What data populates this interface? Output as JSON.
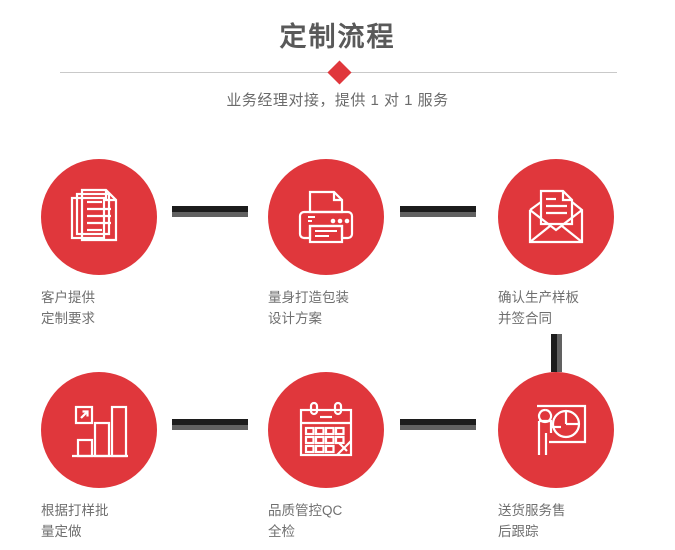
{
  "header": {
    "title": "定制流程",
    "subtitle": "业务经理对接，提供 1 对 1 服务",
    "accent_color": "#e0373c",
    "title_color": "#595959",
    "divider_color": "#c9c9c9",
    "diamond_icon": "diamond-marker"
  },
  "flow": {
    "circle_color": "#e0373c",
    "connector_color": "#1c1c1c",
    "connector_shadow_color": "#616161",
    "label_color": "#6f6f6f",
    "steps": [
      {
        "index": 1,
        "icon": "documents-stack-icon",
        "label": "客户提供\n定制要求",
        "line1": "客户提供",
        "line2": "定制要求"
      },
      {
        "index": 2,
        "icon": "printer-icon",
        "label": "量身打造包装\n设计方案",
        "line1": "量身打造包装",
        "line2": "设计方案"
      },
      {
        "index": 3,
        "icon": "envelope-open-document-icon",
        "label": "确认生产样板\n并签合同",
        "line1": "确认生产样板",
        "line2": "并签合同"
      },
      {
        "index": 4,
        "icon": "bar-chart-growth-icon",
        "label": "根据打样批\n量定做",
        "line1": "根据打样批",
        "line2": "量定做"
      },
      {
        "index": 5,
        "icon": "calendar-icon",
        "label": "品质管控QC\n全检",
        "line1": "品质管控QC",
        "line2": "全检"
      },
      {
        "index": 6,
        "icon": "presenter-pie-chart-icon",
        "label": "送货服务售\n后跟踪",
        "line1": "送货服务售",
        "line2": "后跟踪"
      }
    ],
    "connectors": [
      {
        "name": "connector-step1-step2",
        "orientation": "horizontal"
      },
      {
        "name": "connector-step2-step3",
        "orientation": "horizontal"
      },
      {
        "name": "connector-step3-step6",
        "orientation": "vertical"
      },
      {
        "name": "connector-step4-step5",
        "orientation": "horizontal"
      },
      {
        "name": "connector-step5-step6",
        "orientation": "horizontal"
      }
    ]
  }
}
